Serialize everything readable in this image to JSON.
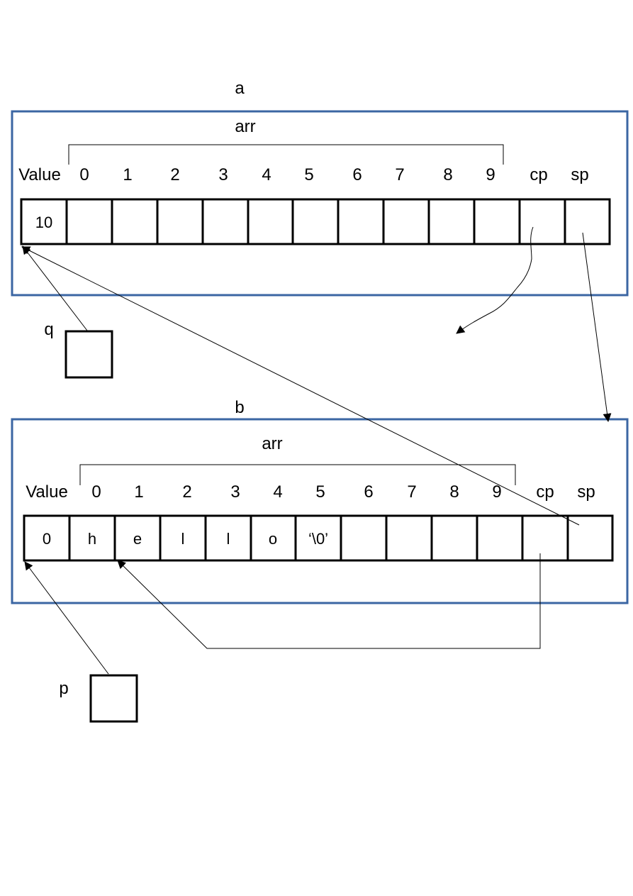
{
  "struct_a": {
    "name": "a",
    "arr_label": "arr",
    "header": [
      "Value",
      "0",
      "1",
      "2",
      "3",
      "4",
      "5",
      "6",
      "7",
      "8",
      "9",
      "cp",
      "sp"
    ],
    "cells": [
      "10",
      "",
      "",
      "",
      "",
      "",
      "",
      "",
      "",
      "",
      "",
      "",
      ""
    ]
  },
  "struct_b": {
    "name": "b",
    "arr_label": "arr",
    "header": [
      "Value",
      "0",
      "1",
      "2",
      "3",
      "4",
      "5",
      "6",
      "7",
      "8",
      "9",
      "cp",
      "sp"
    ],
    "cells": [
      "0",
      "h",
      "e",
      "l",
      "l",
      "o",
      "‘\\0’",
      "",
      "",
      "",
      "",
      "",
      ""
    ]
  },
  "pointers": {
    "q": "q",
    "p": "p"
  },
  "colors": {
    "frame": "#3b66a3",
    "line": "#000000"
  }
}
